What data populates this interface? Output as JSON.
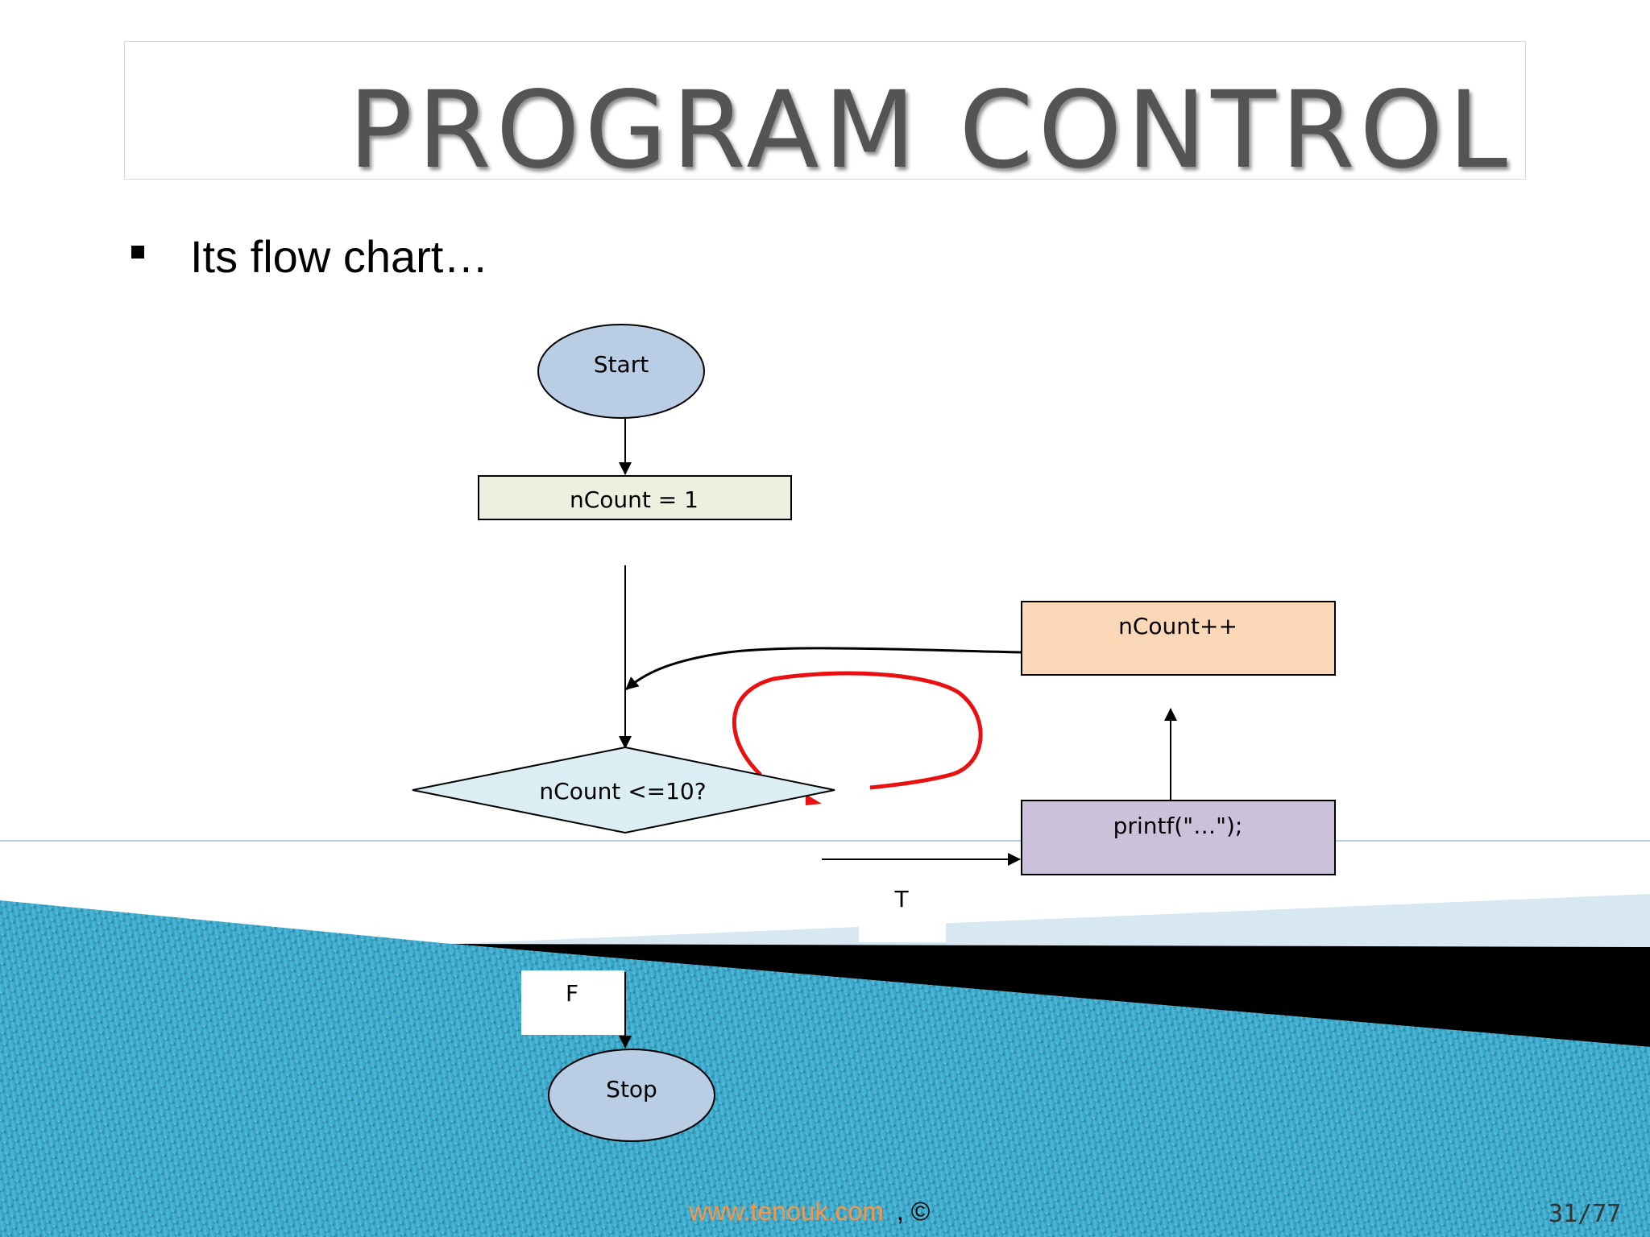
{
  "slide": {
    "title": "PROGRAM CONTROL",
    "bullet": "Its flow chart…",
    "footer_link": "www.tenouk.com",
    "footer_suffix": ", ©",
    "page_number": "31/77"
  },
  "flowchart": {
    "start": "Start",
    "init": "nCount = 1",
    "decision": "nCount <=10?",
    "increment": "nCount++",
    "print": "printf(\"…\");",
    "true_label": "T",
    "false_label": "F",
    "stop": "Stop"
  },
  "colors": {
    "start_fill": "#b9cde5",
    "init_fill": "#ebf1de",
    "decision_fill": "#dbeef4",
    "increment_fill": "#fad7b7",
    "print_fill": "#ccc1da",
    "stop_fill": "#b9cde5",
    "loop_annotation": "#e81010",
    "footer_link": "#f79646"
  }
}
